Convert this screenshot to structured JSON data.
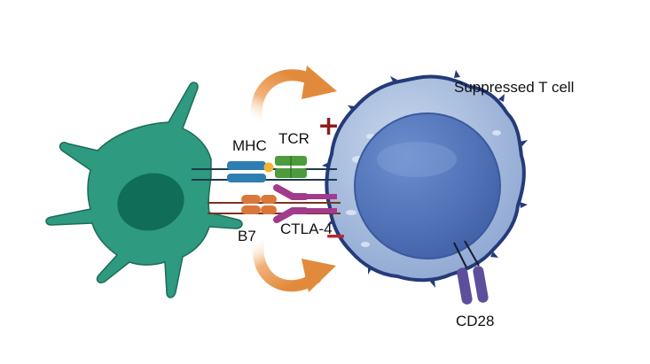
{
  "labels": {
    "suppressed_t_cell": "Suppressed T cell",
    "mhc": "MHC",
    "tcr": "TCR",
    "b7": "B7",
    "ctla4": "CTLA-4",
    "cd28": "CD28",
    "plus": "+",
    "minus": "−"
  },
  "colors": {
    "dendritic_cell": "#2e9a80",
    "dendritic_nucleus": "#0f6e55",
    "t_cell_body": "#a7bddc",
    "t_cell_outline": "#253a7a",
    "t_cell_nucleus": "#4e72b8",
    "mhc": "#2f7eb3",
    "tcr": "#4d9b3d",
    "peptide": "#f0b43a",
    "b7": "#d9783a",
    "ctla4": "#a23b8c",
    "cd28": "#5e4f9c",
    "arrow": "#e28a3c",
    "plus_sign": "#8c1d1d",
    "minus_sign": "#c0262a"
  },
  "icons": {
    "dendritic_cell": "dendritic-cell-icon",
    "t_cell": "t-cell-icon"
  }
}
